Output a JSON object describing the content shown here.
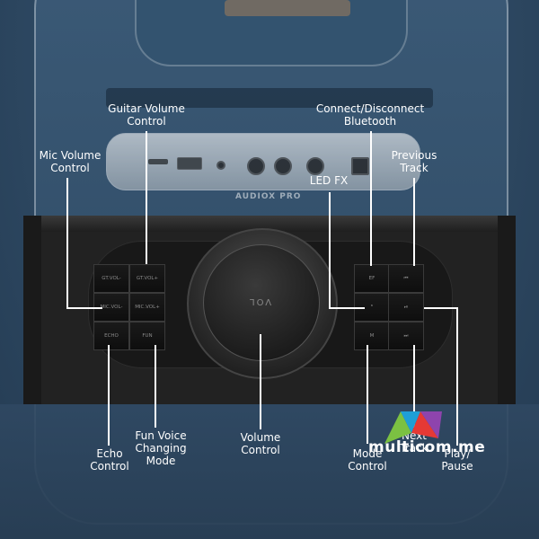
{
  "brand": "AUDIOX PRO",
  "knob_label": "VOL",
  "buttons_left": [
    "GT.VOL-",
    "GT.VOL+",
    "MIC.VOL-",
    "MIC.VOL+",
    "ECHO",
    "FUN"
  ],
  "buttons_right": [
    "EF",
    "⏮",
    "ᴮ",
    "⏯",
    "M",
    "⏭"
  ],
  "labels": {
    "guitar_volume": "Guitar Volume\nControl",
    "connect_bluetooth": "Connect/Disconnect\nBluetooth",
    "mic_volume": "Mic Volume\nControl",
    "previous_track": "Previous\nTrack",
    "led_fx": "LED FX",
    "echo": "Echo\nControl",
    "fun_voice": "Fun Voice\nChanging\nMode",
    "volume": "Volume\nControl",
    "mode": "Mode\nControl",
    "next_track": "Next\nTrack",
    "play_pause": "Play/\nPause"
  },
  "watermark": "multicom.me"
}
